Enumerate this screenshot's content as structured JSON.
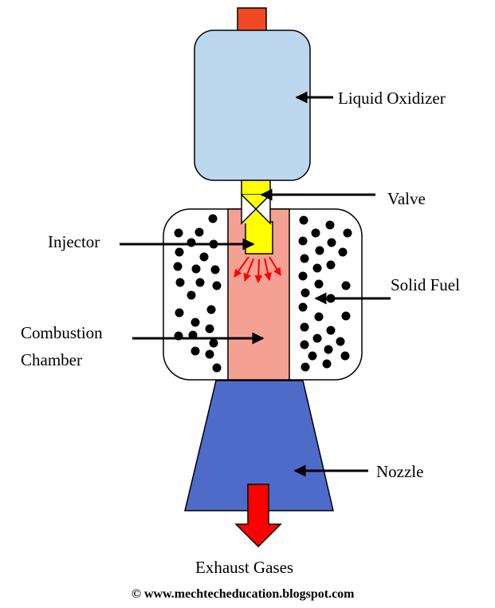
{
  "labels": {
    "liquid_oxidizer": "Liquid Oxidizer",
    "valve": "Valve",
    "injector": "Injector",
    "solid_fuel": "Solid Fuel",
    "combustion_line1": "Combustion",
    "combustion_line2": "Chamber",
    "nozzle": "Nozzle",
    "exhaust": "Exhaust Gases"
  },
  "credit": "© www.mechtecheducation.blogspot.com",
  "colors": {
    "oxidizer_tank": "#BDD7EE",
    "tank_cap": "#F04A24",
    "valve_pipe": "#FFFF00",
    "combustion_chamber": "#F4A194",
    "nozzle": "#4F6BC9",
    "exhaust_arrow": "#FF0000",
    "spray": "#FF0000",
    "fuel_grain": "#000000"
  }
}
